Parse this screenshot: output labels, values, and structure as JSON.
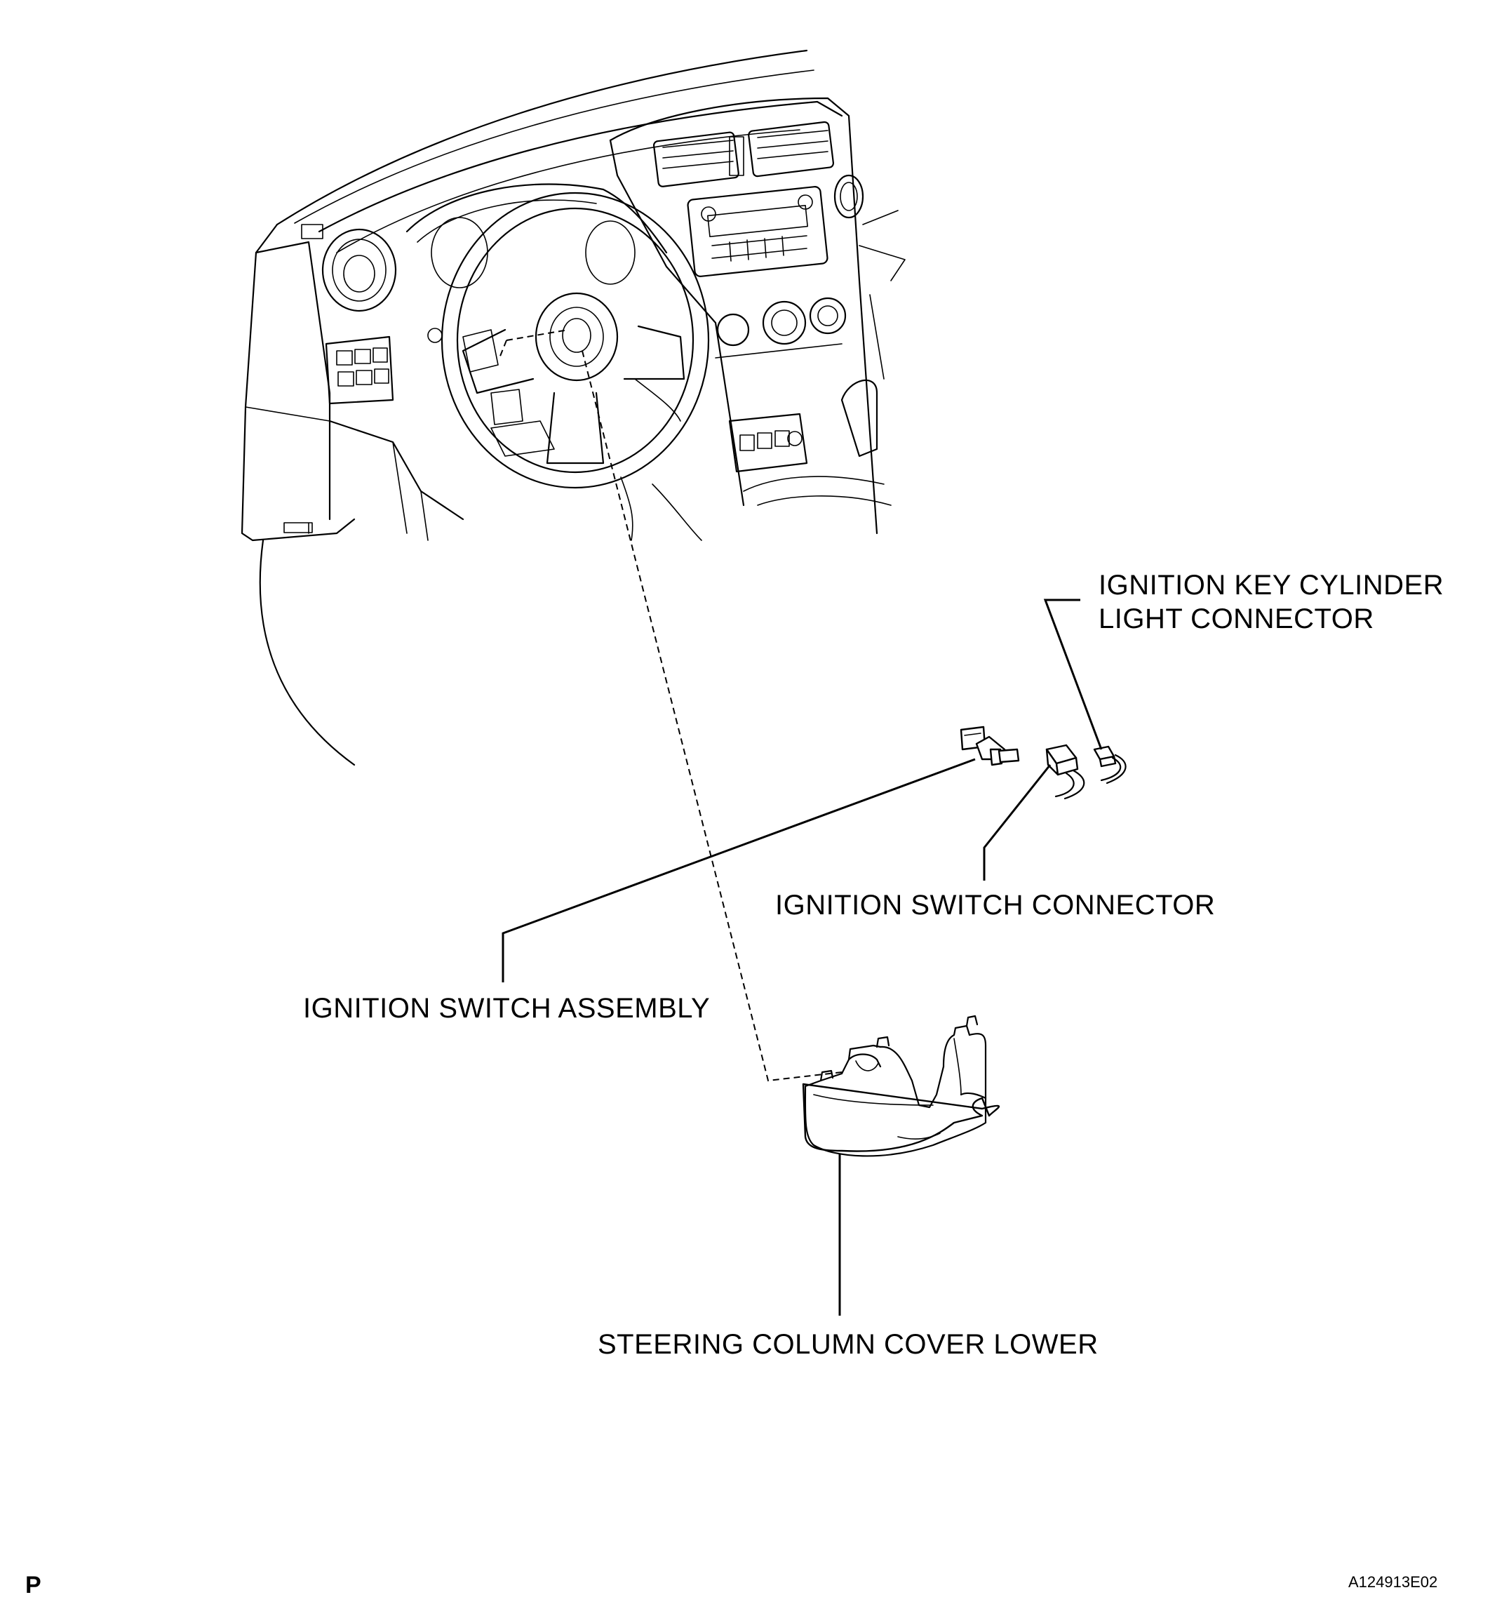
{
  "labels": {
    "key_cylinder_light_connector": "IGNITION KEY CYLINDER\nLIGHT CONNECTOR",
    "ignition_switch_connector": "IGNITION SWITCH CONNECTOR",
    "ignition_switch_assembly": "IGNITION SWITCH ASSEMBLY",
    "steering_column_cover_lower": "STEERING COLUMN COVER LOWER"
  },
  "corner": {
    "page_letter": "P",
    "figure_id": "A124913E02"
  }
}
